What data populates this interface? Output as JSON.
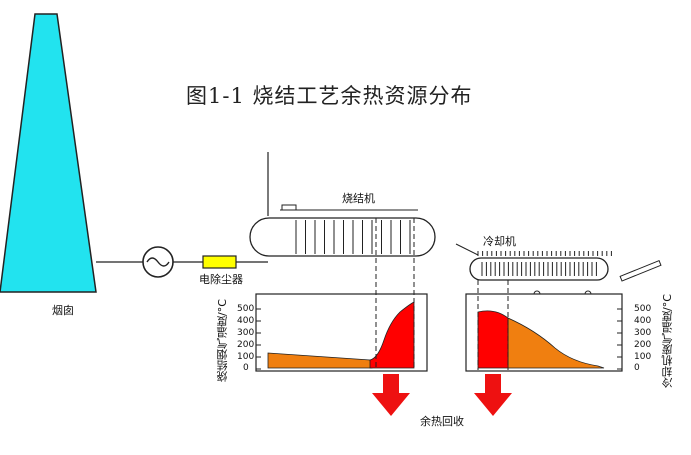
{
  "title": "图1-1 烧结工艺余热资源分布",
  "labels": {
    "chimney": "烟囱",
    "dust_collector": "电除尘器",
    "sinter_machine": "烧结机",
    "cooler": "冷却机",
    "heat_recovery": "余热回收"
  },
  "left_panel": {
    "ylabel": "烧结烟气温度/°C",
    "ticks": [
      "500",
      "400",
      "300",
      "200",
      "100",
      "0"
    ]
  },
  "right_panel": {
    "ylabel": "冷却机废气温度/°C",
    "ticks": [
      "500",
      "400",
      "300",
      "200",
      "100",
      "0"
    ]
  },
  "colors": {
    "chimney": "#22e3ef",
    "collector": "#ffff00",
    "hot": "#ff0000",
    "warm": "#f07f10",
    "arrow": "#ee1111"
  }
}
